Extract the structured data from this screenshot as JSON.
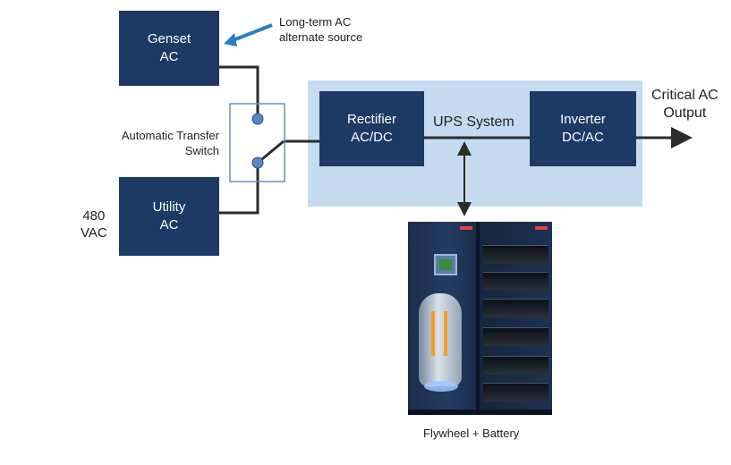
{
  "boxes": {
    "genset": [
      "Genset",
      "AC"
    ],
    "utility": [
      "Utility",
      "AC"
    ],
    "rectifier": [
      "Rectifier",
      "AC/DC"
    ],
    "inverter": [
      "Inverter",
      "DC/AC"
    ]
  },
  "labels": {
    "long_term_ac": [
      "Long-term AC",
      "alternate source"
    ],
    "ats": [
      "Automatic Transfer",
      "Switch"
    ],
    "utility_voltage": [
      "480",
      "VAC"
    ],
    "ups_system": "UPS System",
    "critical_output": [
      "Critical AC",
      "Output"
    ],
    "flywheel_battery": "Flywheel + Battery"
  },
  "colors": {
    "box_fill": "#1c3a63",
    "ups_region": "#c6dbf0",
    "wire": "#2b2b2b",
    "arrow_accent": "#2a7fc0",
    "switch_contact": "#5a86c8"
  },
  "icons": {
    "flywheel_battery_cabinet": "flywheel-battery-ups-cabinet"
  }
}
